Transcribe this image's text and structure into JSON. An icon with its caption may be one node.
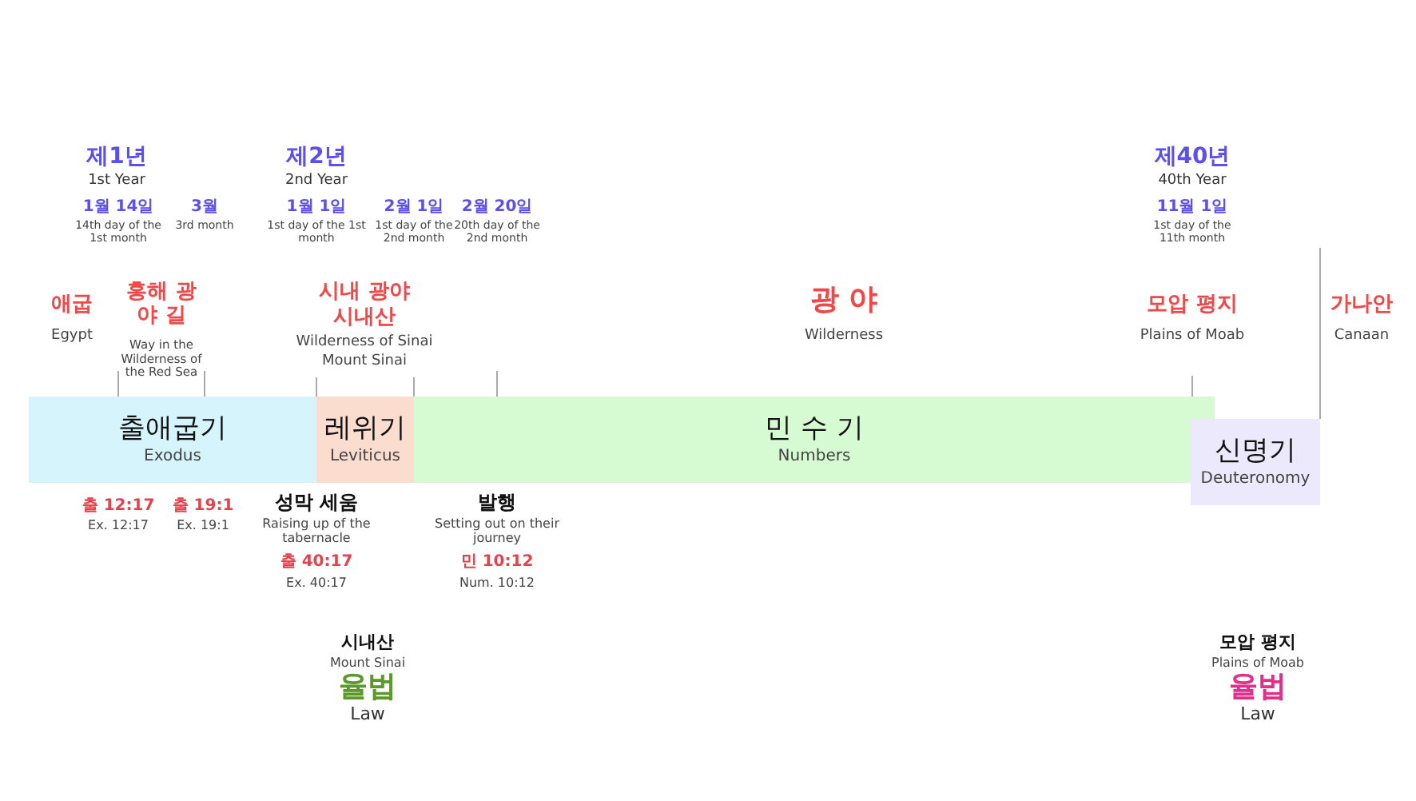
{
  "diagram": {
    "nodes": [
      {
        "text": [
          "출애굽기",
          "Exodus"
        ]
      },
      {
        "text": [
          "레위기",
          "Leviticus"
        ]
      },
      {
        "text": [
          "민 수 기",
          "Numbers"
        ]
      },
      {
        "text": [
          "신명기",
          "Deuteronomy"
        ]
      }
    ],
    "labels": [
      "제1년",
      "1st Year",
      "제2년",
      "2nd Year",
      "제40년",
      "40th Year",
      "1월 14일",
      "14th day of the 1st month",
      "3월",
      "3rd month",
      "1월 1일",
      "1st day of the 1st month",
      "2월 1일",
      "1st day of the 2nd month",
      "2월 20일",
      "20th day of the 2nd month",
      "11월 1일",
      "1st day of the 11th month",
      "애굽",
      "Egypt",
      "홍해 광야 길",
      "Way in the Wilderness of the Red Sea",
      "시내 광야",
      "시내산",
      "Wilderness of Sinai",
      "Mount Sinai",
      "광 야",
      "Wilderness",
      "모압 평지",
      "Plains of Moab",
      "가나안",
      "Canaan",
      "출 12:17",
      "Ex. 12:17",
      "출 19:1",
      "Ex. 19:1",
      "성막 세움",
      "Raising up of the tabernacle",
      "출 40:17",
      "Ex. 40:17",
      "발행",
      "Setting out on their journey",
      "민 10:12",
      "Num. 10:12",
      "시내산",
      "Mount Sinai",
      "율법",
      "Law",
      "모압 평지",
      "Plains of Moab",
      "율법",
      "Law"
    ]
  }
}
